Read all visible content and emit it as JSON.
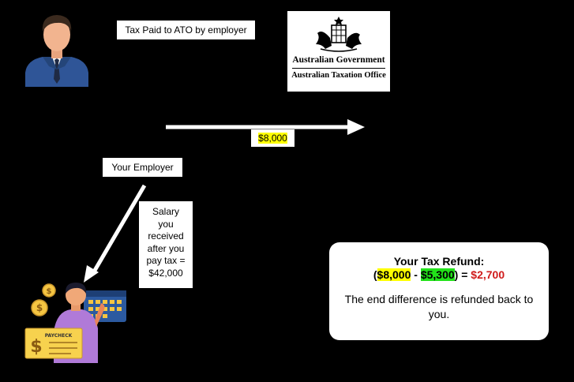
{
  "labels": {
    "tax_paid": "Tax Paid to ATO by employer",
    "amount": "$8,000",
    "your_employer": "Your Employer",
    "salary_lines": [
      "Salary",
      "you",
      "received",
      "after you",
      "pay tax =",
      "$42,000"
    ]
  },
  "ato_logo": {
    "line1": "Australian Government",
    "line2": "Australian Taxation Office"
  },
  "refund": {
    "title": "Your Tax Refund:",
    "formula": {
      "open": "(",
      "a": "$8,000",
      "minus": " - ",
      "b": "$5,300",
      "close": ") = ",
      "result": "$2,700"
    },
    "description": "The end difference is refunded back to you."
  },
  "colors": {
    "background": "#000000",
    "highlight_yellow": "#ffff00",
    "highlight_green": "#22e31a",
    "result_red": "#d01b1b"
  },
  "icons": {
    "employer": "businessman-avatar-icon",
    "employee": "person-with-paycheck-icon",
    "ato": "coat-of-arms-icon"
  }
}
